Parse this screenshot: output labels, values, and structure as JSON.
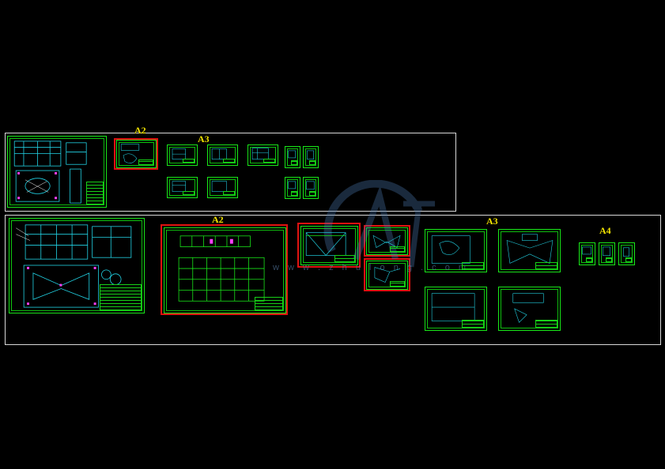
{
  "labels": {
    "top_a2": "A2",
    "top_a3": "A3",
    "bottom_a2": "A2",
    "bottom_a3": "A3",
    "bottom_a4": "A4"
  },
  "watermark": {
    "url_text": "w w w . z h u l o n g . c o m"
  },
  "colors": {
    "background": "#000000",
    "frame": "#d8d8d8",
    "sheet": "#19e619",
    "highlight": "#e01010",
    "label": "#f2e300"
  }
}
